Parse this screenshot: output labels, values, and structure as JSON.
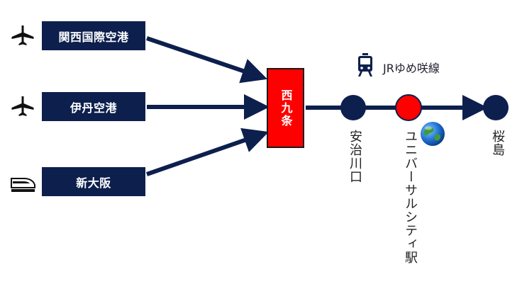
{
  "origins": [
    {
      "label": "関西国際空港",
      "icon": "airplane-icon"
    },
    {
      "label": "伊丹空港",
      "icon": "airplane-icon"
    },
    {
      "label": "新大阪",
      "icon": "shinkansen-icon"
    }
  ],
  "hub": {
    "label": "西九条"
  },
  "line": {
    "label": "JRゆめ咲線",
    "icon": "tram-icon"
  },
  "stations": [
    {
      "label": "安治川口"
    },
    {
      "label": "ユニバーサルシティ駅",
      "highlight_icon": "globe-icon"
    },
    {
      "label": "桜島"
    }
  ],
  "colors": {
    "navy": "#0d1f4d",
    "highlight": "#ff0000"
  }
}
